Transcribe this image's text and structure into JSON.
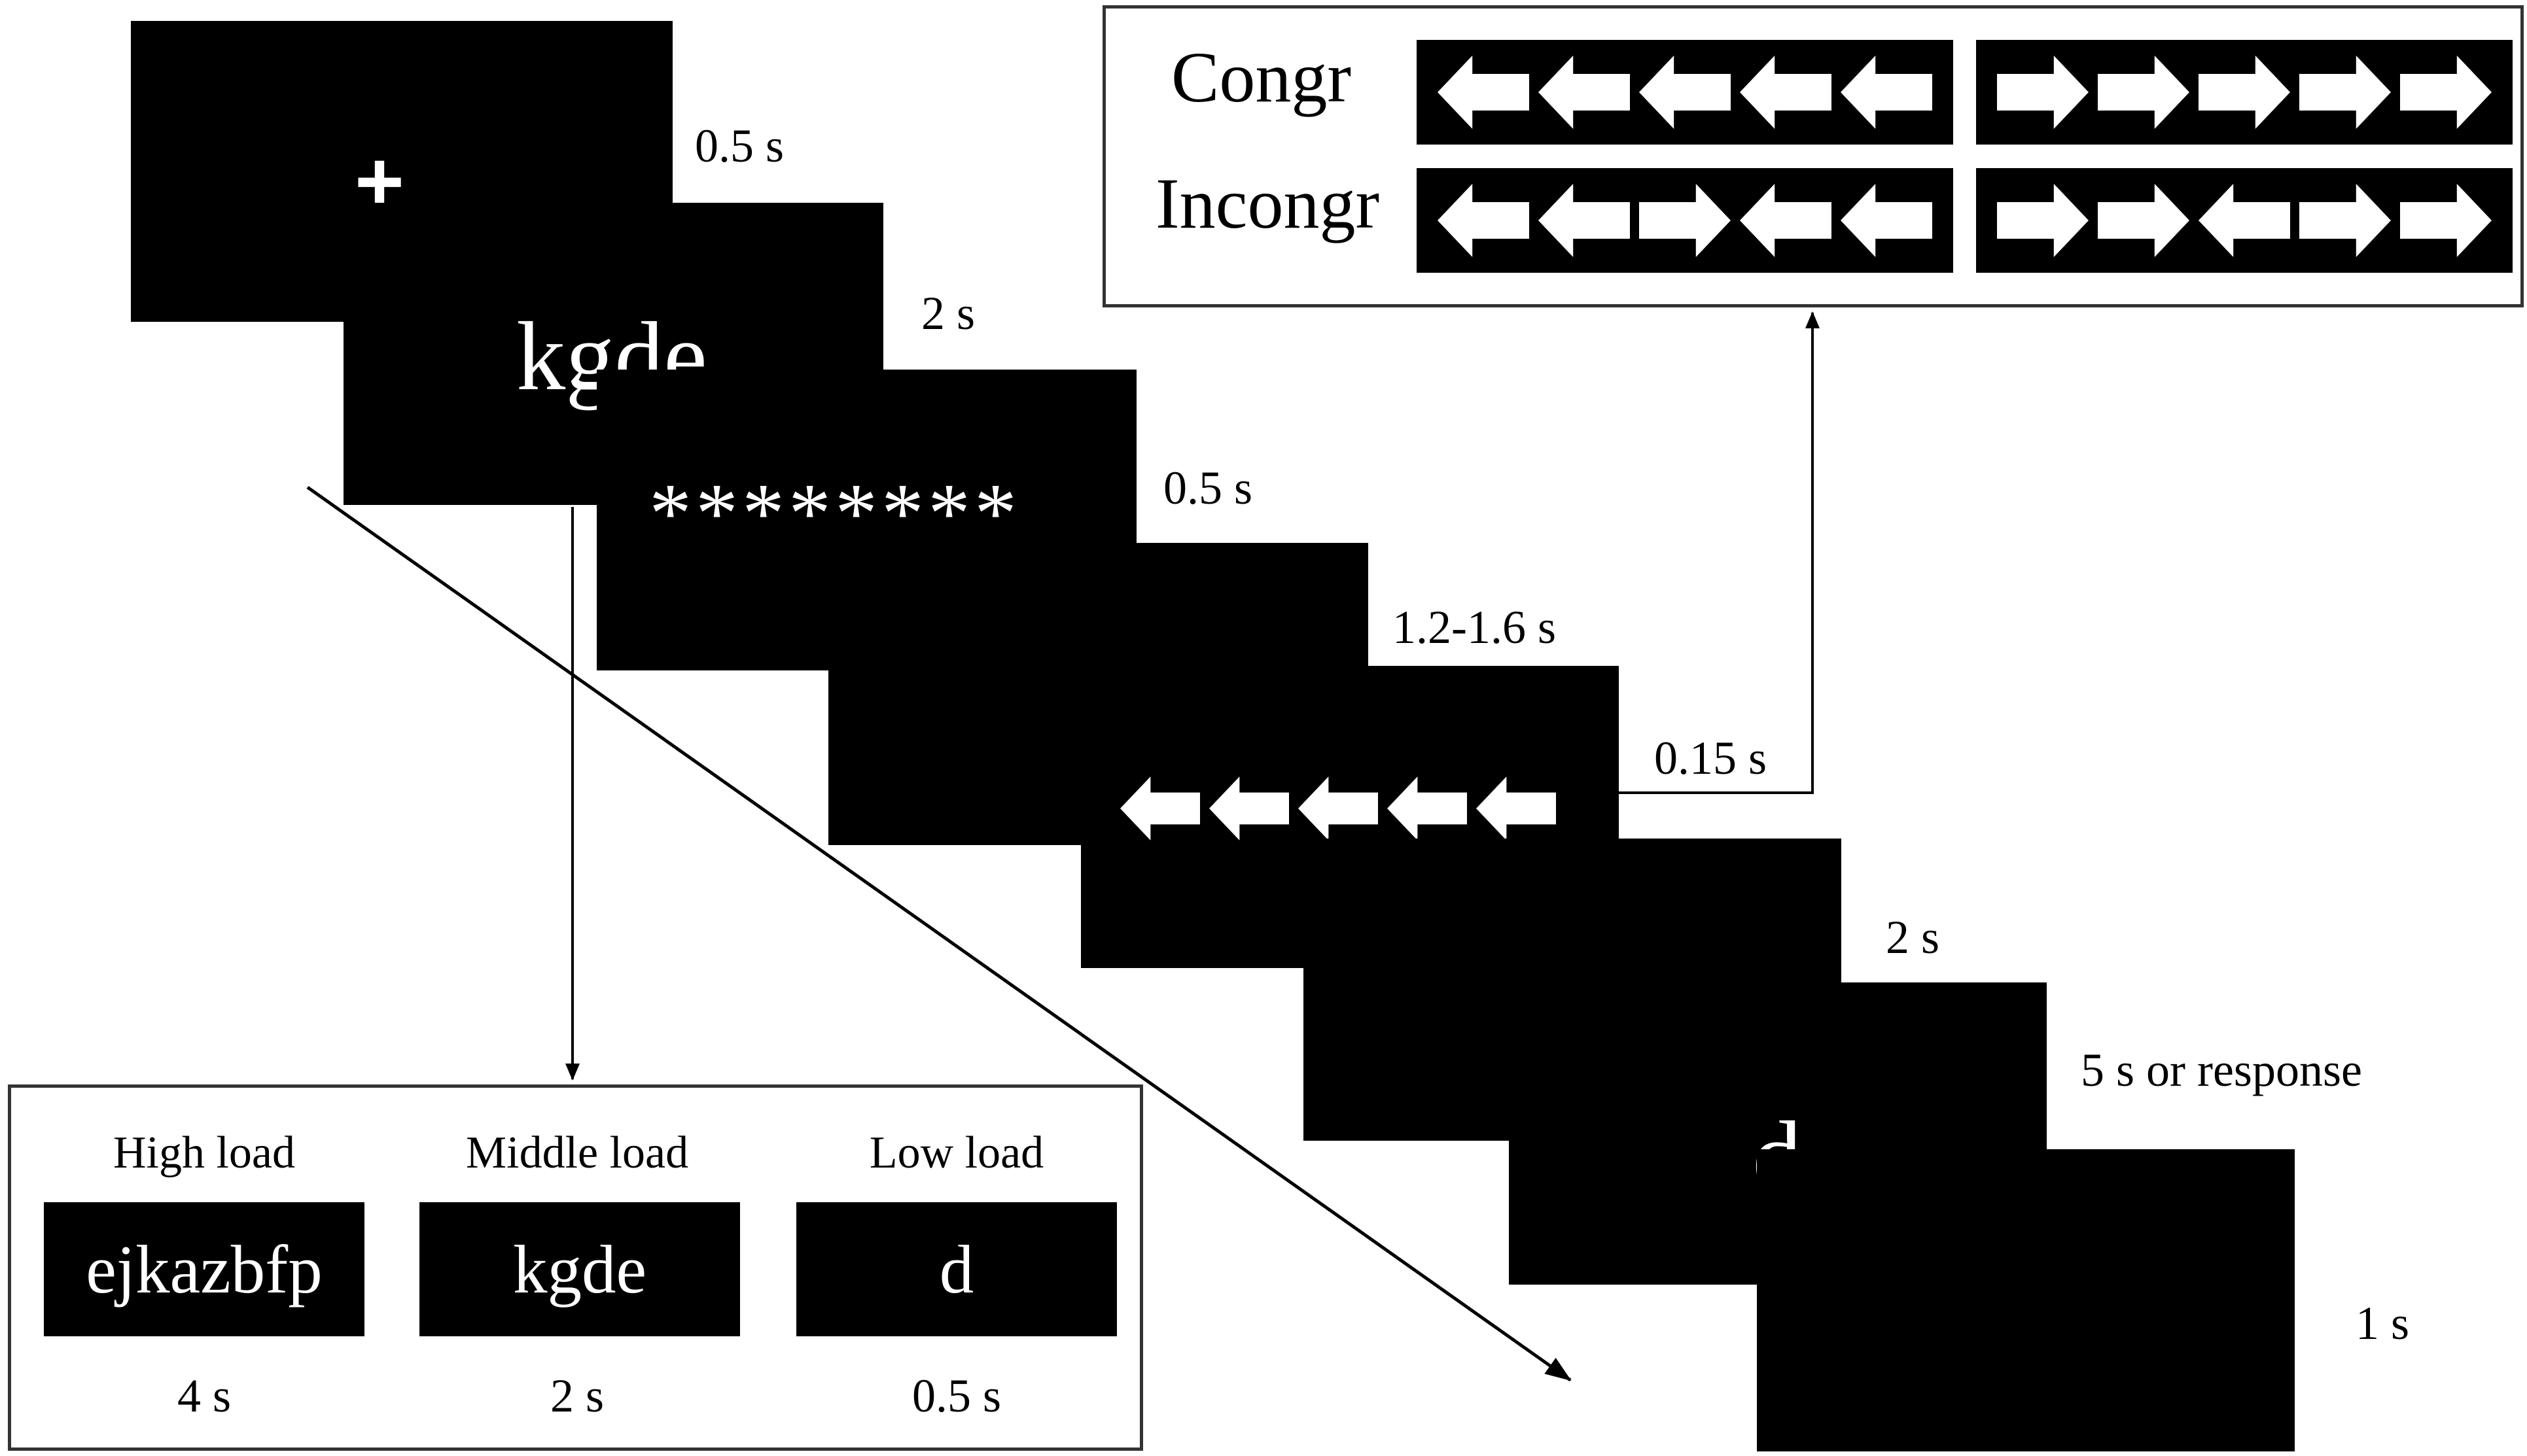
{
  "trial_sequence": [
    {
      "id": "fixation",
      "stimulus": "+",
      "duration": "0.5 s"
    },
    {
      "id": "memory-set",
      "stimulus": "kgde",
      "duration": "2 s"
    },
    {
      "id": "mask",
      "stimulus": "********",
      "duration": "0.5 s"
    },
    {
      "id": "blank",
      "stimulus": "",
      "duration": "1.2-1.6 s"
    },
    {
      "id": "flanker",
      "stimulus": "←←←←←",
      "duration": "0.15 s"
    },
    {
      "id": "blank-2",
      "stimulus": "",
      "duration": "2 s"
    },
    {
      "id": "probe",
      "stimulus": "d",
      "duration": "5 s or response"
    },
    {
      "id": "iti",
      "stimulus": "",
      "duration": "1 s"
    }
  ],
  "flanker_panel": {
    "rows": [
      {
        "label": "Congr",
        "left": [
          "left",
          "left",
          "left",
          "left",
          "left"
        ],
        "right": [
          "right",
          "right",
          "right",
          "right",
          "right"
        ]
      },
      {
        "label": "Incongr",
        "left": [
          "left",
          "left",
          "right",
          "left",
          "left"
        ],
        "right": [
          "right",
          "right",
          "left",
          "right",
          "right"
        ]
      }
    ]
  },
  "load_panel": {
    "conditions": [
      {
        "label": "High load",
        "letters": "ejkazbfp",
        "duration": "4 s"
      },
      {
        "label": "Middle load",
        "letters": "kgde",
        "duration": "2 s"
      },
      {
        "label": "Low load",
        "letters": "d",
        "duration": "0.5 s"
      }
    ]
  },
  "colors": {
    "screen": "#000000",
    "stimulus": "#ffffff",
    "line": "#000000"
  }
}
